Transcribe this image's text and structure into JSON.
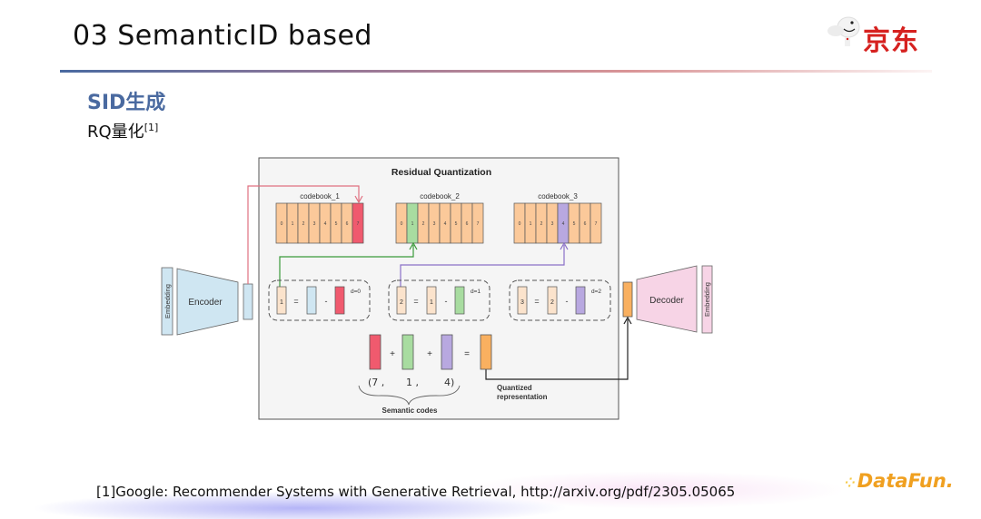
{
  "header": {
    "title": "03 SemanticID based",
    "brand_text": "京东",
    "brand_mascot_icon": "jd-dog-mascot-icon"
  },
  "section": {
    "subtitle": "SID生成",
    "subheading": "RQ量化",
    "subheading_ref": "[1]"
  },
  "diagram": {
    "title": "Residual Quantization",
    "encoder": {
      "label": "Encoder",
      "input_label": "Embedding"
    },
    "decoder": {
      "label": "Decoder",
      "output_label": "Embedding"
    },
    "codebooks": [
      {
        "label": "codebook_1",
        "cells": [
          "0",
          "1",
          "2",
          "3",
          "4",
          "5",
          "6",
          "7"
        ],
        "selected": 7,
        "selected_color": "#f05a6e"
      },
      {
        "label": "codebook_2",
        "cells": [
          "0",
          "1",
          "2",
          "3",
          "4",
          "5",
          "6",
          "7"
        ],
        "selected": 1,
        "selected_color": "#a8dca0"
      },
      {
        "label": "codebook_3",
        "cells": [
          "0",
          "1",
          "2",
          "3",
          "4",
          "5",
          "6",
          "7"
        ],
        "selected": 4,
        "selected_color": "#b8a8e0"
      }
    ],
    "residuals": [
      {
        "result": "1",
        "minuend": "",
        "depth": "d=0",
        "subtrahend_color": "#f05a6e",
        "minuend_color": "#cfe6f2"
      },
      {
        "result": "2",
        "minuend": "1",
        "depth": "d=1",
        "subtrahend_color": "#a8dca0",
        "minuend_color": "#fbe3cc"
      },
      {
        "result": "3",
        "minuend": "2",
        "depth": "d=2",
        "subtrahend_color": "#b8a8e0",
        "minuend_color": "#fbe3cc"
      }
    ],
    "operators": {
      "equals": "=",
      "minus": "-",
      "plus": "+"
    },
    "semantic_codes": [
      "7",
      "1",
      "4"
    ],
    "semantic_codes_text": {
      "open": "(7 ,",
      "mid": "1 ,",
      "close": "4)"
    },
    "semantic_codes_label": "Semantic codes",
    "quantized_label_line1": "Quantized",
    "quantized_label_line2": "representation",
    "colors": {
      "cell": "#fbc99a",
      "quantized": "#f9b060",
      "encoder": "#cfe6f2",
      "decoder": "#f7d4e6",
      "frame_bg": "#f5f5f5",
      "arrow_red": "#e07080",
      "arrow_green": "#3a9a3a",
      "arrow_purple": "#8a70c8"
    }
  },
  "footer": {
    "reference": "[1]Google: Recommender Systems with Generative Retrieval, http://arxiv.org/pdf/2305.05065",
    "logo_text": "DataFun.",
    "logo_dots": "⁘"
  }
}
